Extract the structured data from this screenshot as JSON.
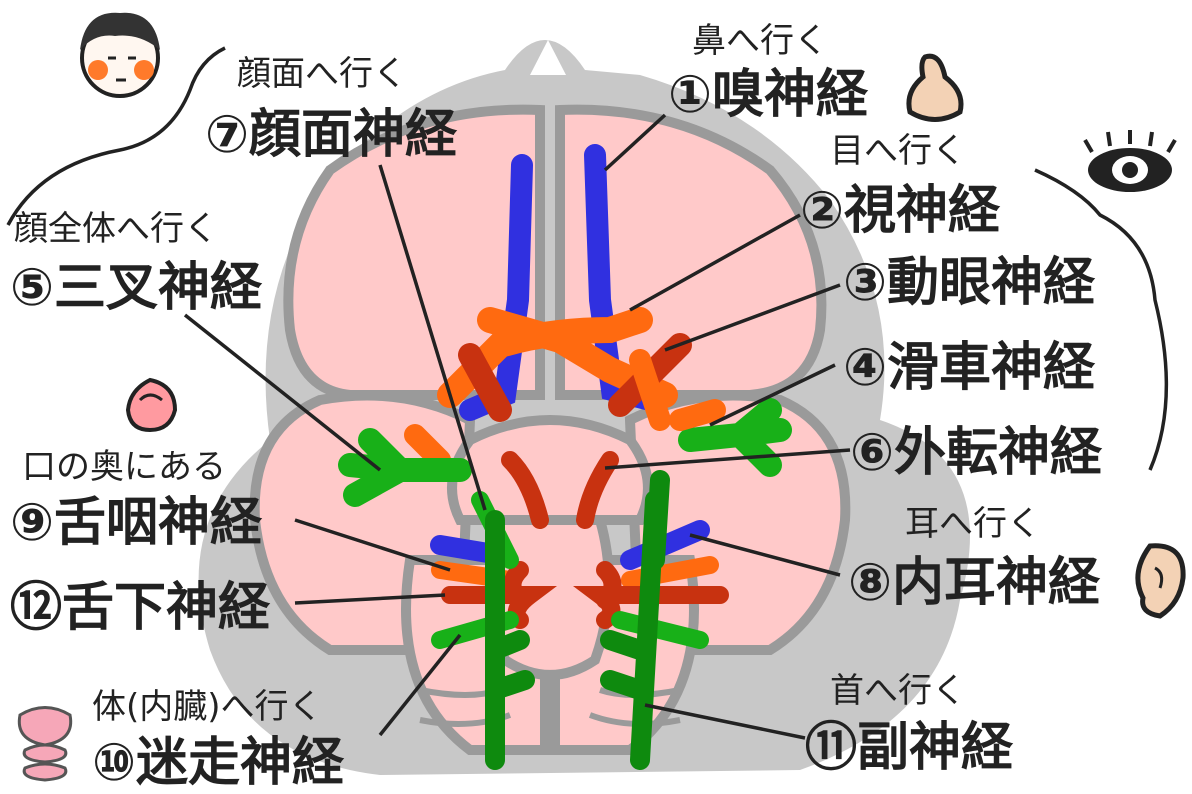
{
  "colors": {
    "skull": "#c8c8c8",
    "skull_outline": "#9a9a9a",
    "brain": "#ffc9c9",
    "olfactory": "#3030e0",
    "optic": "#ff6a10",
    "oculomotor": "#c83210",
    "vagus_green": "#18b018",
    "accessory_green": "#0e8a0e",
    "text": "#222222"
  },
  "labels": {
    "n1": {
      "num": "①",
      "name": "嗅神経",
      "target": "鼻へ行く"
    },
    "n2": {
      "num": "②",
      "name": "視神経",
      "target": "目へ行く"
    },
    "n3": {
      "num": "③",
      "name": "動眼神経",
      "target": ""
    },
    "n4": {
      "num": "④",
      "name": "滑車神経",
      "target": ""
    },
    "n5": {
      "num": "⑤",
      "name": "三叉神経",
      "target": "顔全体へ行く"
    },
    "n6": {
      "num": "⑥",
      "name": "外転神経",
      "target": ""
    },
    "n7": {
      "num": "⑦",
      "name": "顔面神経",
      "target": "顔面へ行く"
    },
    "n8": {
      "num": "⑧",
      "name": "内耳神経",
      "target": "耳へ行く"
    },
    "n9": {
      "num": "⑨",
      "name": "舌咽神経",
      "target": "口の奥にある"
    },
    "n10": {
      "num": "⑩",
      "name": "迷走神経",
      "target": "体(内臓)へ行く"
    },
    "n11": {
      "num": "⑪",
      "name": "副神経",
      "target": "首へ行く"
    },
    "n12": {
      "num": "⑫",
      "name": "舌下神経",
      "target": ""
    }
  },
  "icons": [
    "face-icon",
    "nose-icon",
    "eye-icon",
    "ear-icon",
    "mouth-icon",
    "organs-icon"
  ]
}
